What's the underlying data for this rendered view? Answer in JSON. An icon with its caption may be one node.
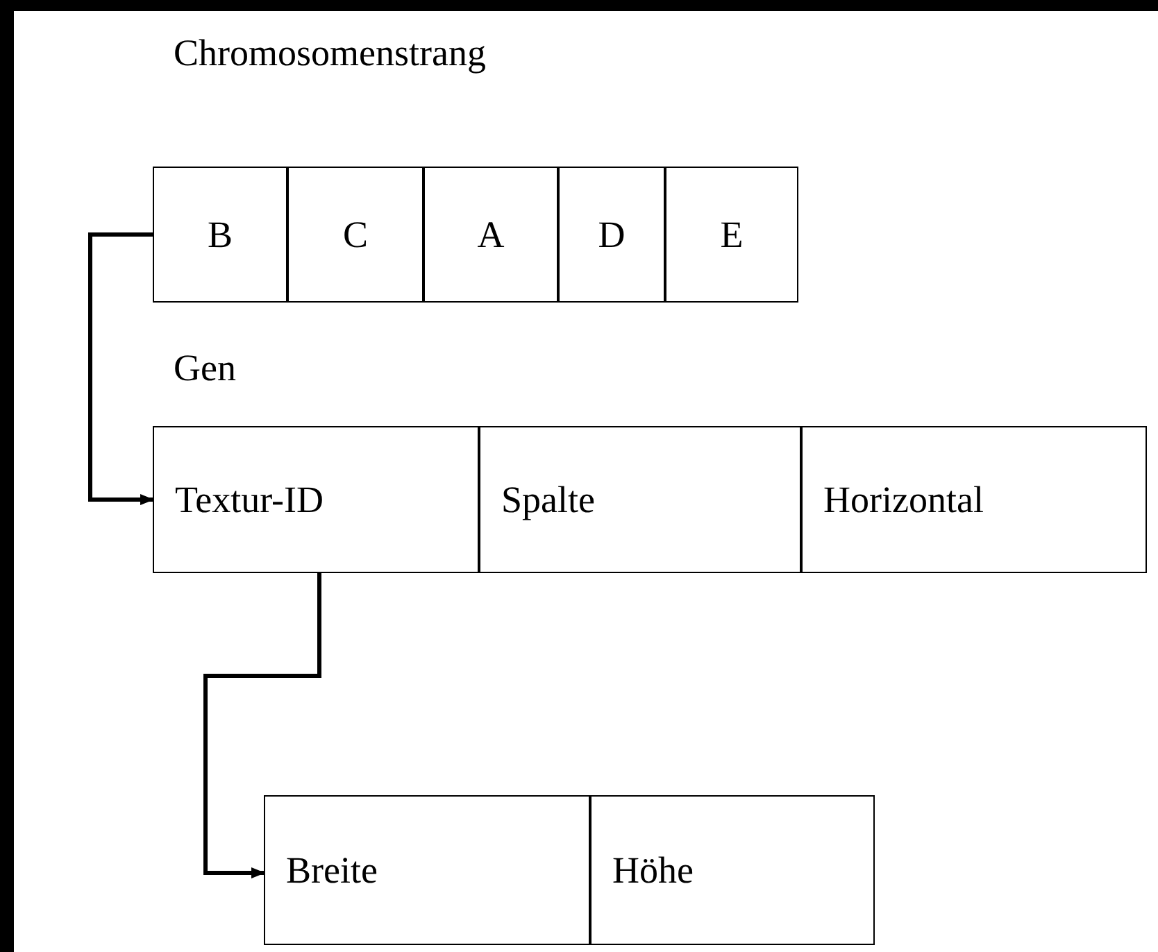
{
  "diagram": {
    "nodes": [
      {
        "text": [
          "B"
        ]
      },
      {
        "text": [
          "C"
        ]
      },
      {
        "text": [
          "A"
        ]
      },
      {
        "text": [
          "D"
        ]
      },
      {
        "text": [
          "E"
        ]
      },
      {
        "text": [
          "Textur-ID"
        ]
      },
      {
        "text": [
          "Spalte"
        ]
      },
      {
        "text": [
          "Horizontal"
        ]
      },
      {
        "text": [
          "Breite"
        ]
      },
      {
        "text": [
          "Höhe"
        ]
      }
    ],
    "edges": [
      {
        "from": 0,
        "to": 5,
        "arrow": "to"
      },
      {
        "from": 5,
        "to": 8,
        "arrow": "to"
      }
    ],
    "labels": [
      "Chromosomenstrang",
      "Gen"
    ]
  }
}
